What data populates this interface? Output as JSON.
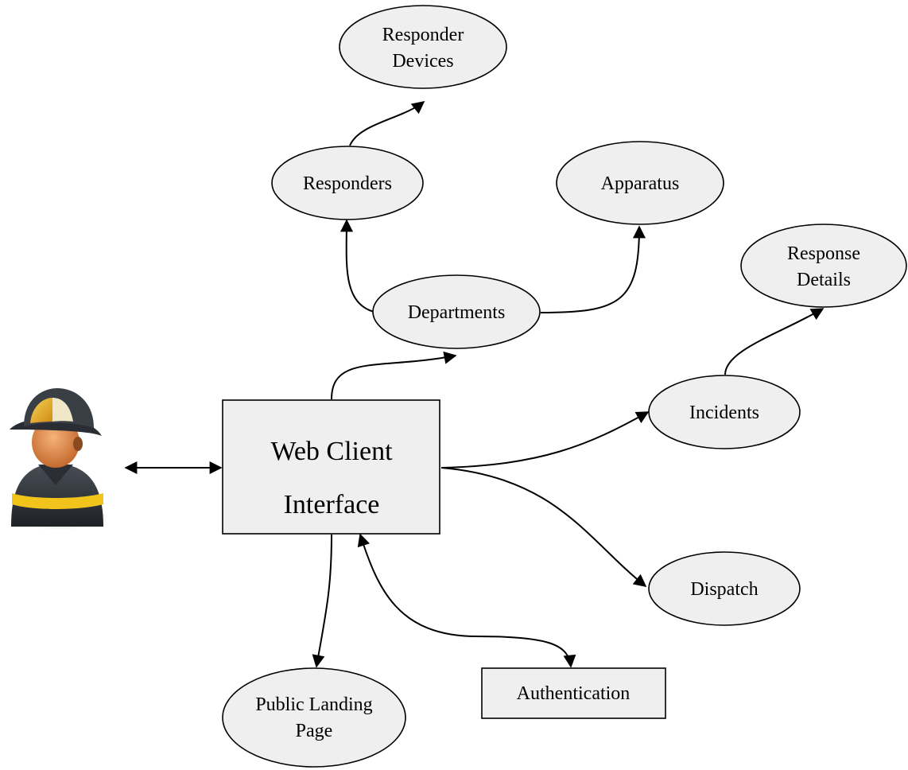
{
  "diagram": {
    "nodes": [
      {
        "id": "web-client",
        "label_lines": [
          "Web Client",
          "Interface"
        ],
        "shape": "rect"
      },
      {
        "id": "departments",
        "label_lines": [
          "Departments"
        ],
        "shape": "ellipse"
      },
      {
        "id": "responders",
        "label_lines": [
          "Responders"
        ],
        "shape": "ellipse"
      },
      {
        "id": "responder-devices",
        "label_lines": [
          "Responder",
          "Devices"
        ],
        "shape": "ellipse"
      },
      {
        "id": "apparatus",
        "label_lines": [
          "Apparatus"
        ],
        "shape": "ellipse"
      },
      {
        "id": "incidents",
        "label_lines": [
          "Incidents"
        ],
        "shape": "ellipse"
      },
      {
        "id": "response-details",
        "label_lines": [
          "Response",
          "Details"
        ],
        "shape": "ellipse"
      },
      {
        "id": "dispatch",
        "label_lines": [
          "Dispatch"
        ],
        "shape": "ellipse"
      },
      {
        "id": "public-landing-page",
        "label_lines": [
          "Public Landing",
          "Page"
        ],
        "shape": "ellipse"
      },
      {
        "id": "authentication",
        "label_lines": [
          "Authentication"
        ],
        "shape": "rect"
      }
    ],
    "edges": [
      {
        "from": "user",
        "to": "web-client",
        "direction": "both"
      },
      {
        "from": "web-client",
        "to": "departments",
        "direction": "forward"
      },
      {
        "from": "departments",
        "to": "responders",
        "direction": "forward"
      },
      {
        "from": "responders",
        "to": "responder-devices",
        "direction": "forward"
      },
      {
        "from": "departments",
        "to": "apparatus",
        "direction": "forward"
      },
      {
        "from": "web-client",
        "to": "incidents",
        "direction": "forward"
      },
      {
        "from": "incidents",
        "to": "response-details",
        "direction": "forward"
      },
      {
        "from": "web-client",
        "to": "dispatch",
        "direction": "forward"
      },
      {
        "from": "web-client",
        "to": "public-landing-page",
        "direction": "forward"
      },
      {
        "from": "web-client",
        "to": "authentication",
        "direction": "both"
      }
    ],
    "actor_icon": "firefighter-user-icon",
    "colors": {
      "node_fill": "#efefef",
      "stroke": "#000000",
      "helmet": "#e8a91c",
      "stripe": "#f2c31a"
    }
  }
}
